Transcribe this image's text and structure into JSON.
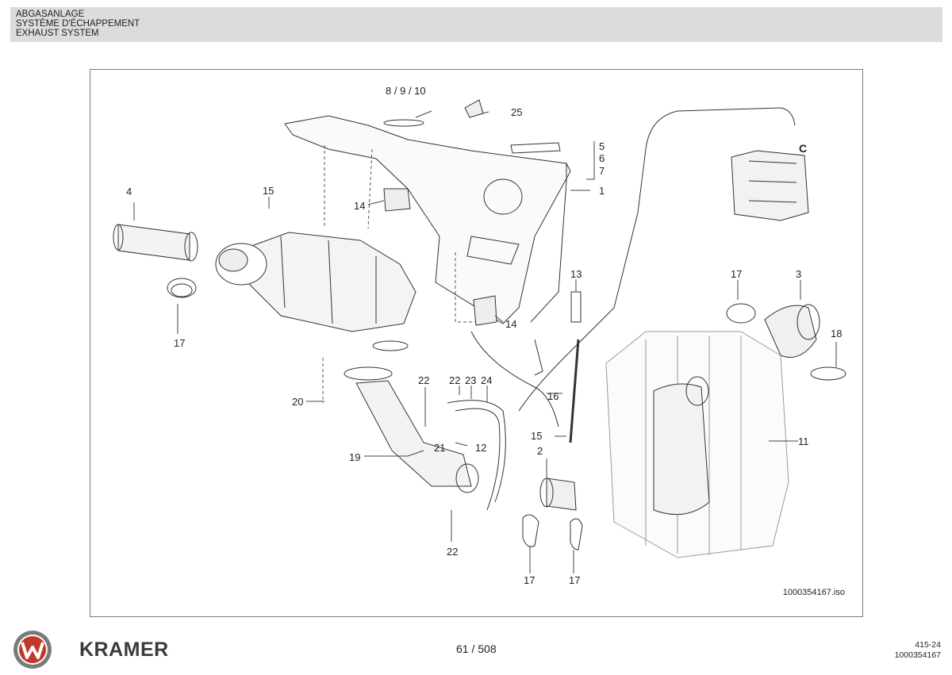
{
  "header": {
    "title_de": "ABGASANLAGE",
    "title_fr": "SYSTÈME D'ÉCHAPPEMENT",
    "title_en": "EXHAUST SYSTEM"
  },
  "diagram": {
    "drawing_id": "1000354167.iso",
    "connector_label": "C",
    "callouts": {
      "c_8_9_10": "8 / 9 / 10",
      "c25": "25",
      "c5": "5",
      "c6": "6",
      "c7": "7",
      "c1": "1",
      "c4": "4",
      "c15a": "15",
      "c14a": "14",
      "c17a": "17",
      "c14b": "14",
      "c13": "13",
      "c17b": "17",
      "c3": "3",
      "c18": "18",
      "c20": "20",
      "c22a": "22",
      "c22b": "22",
      "c23": "23",
      "c24": "24",
      "c16": "16",
      "c21": "21",
      "c12": "12",
      "c15b": "15",
      "c19": "19",
      "c2": "2",
      "c11": "11",
      "c22c": "22",
      "c17c": "17",
      "c17d": "17"
    }
  },
  "footer": {
    "brand": "KRAMER",
    "page": "61 / 508",
    "ref_line1": "415-24",
    "ref_line2": "1000354167"
  },
  "colors": {
    "header_band": "#dcdcdc",
    "logo_red": "#c0392b",
    "logo_grey": "#7b7b7b"
  }
}
